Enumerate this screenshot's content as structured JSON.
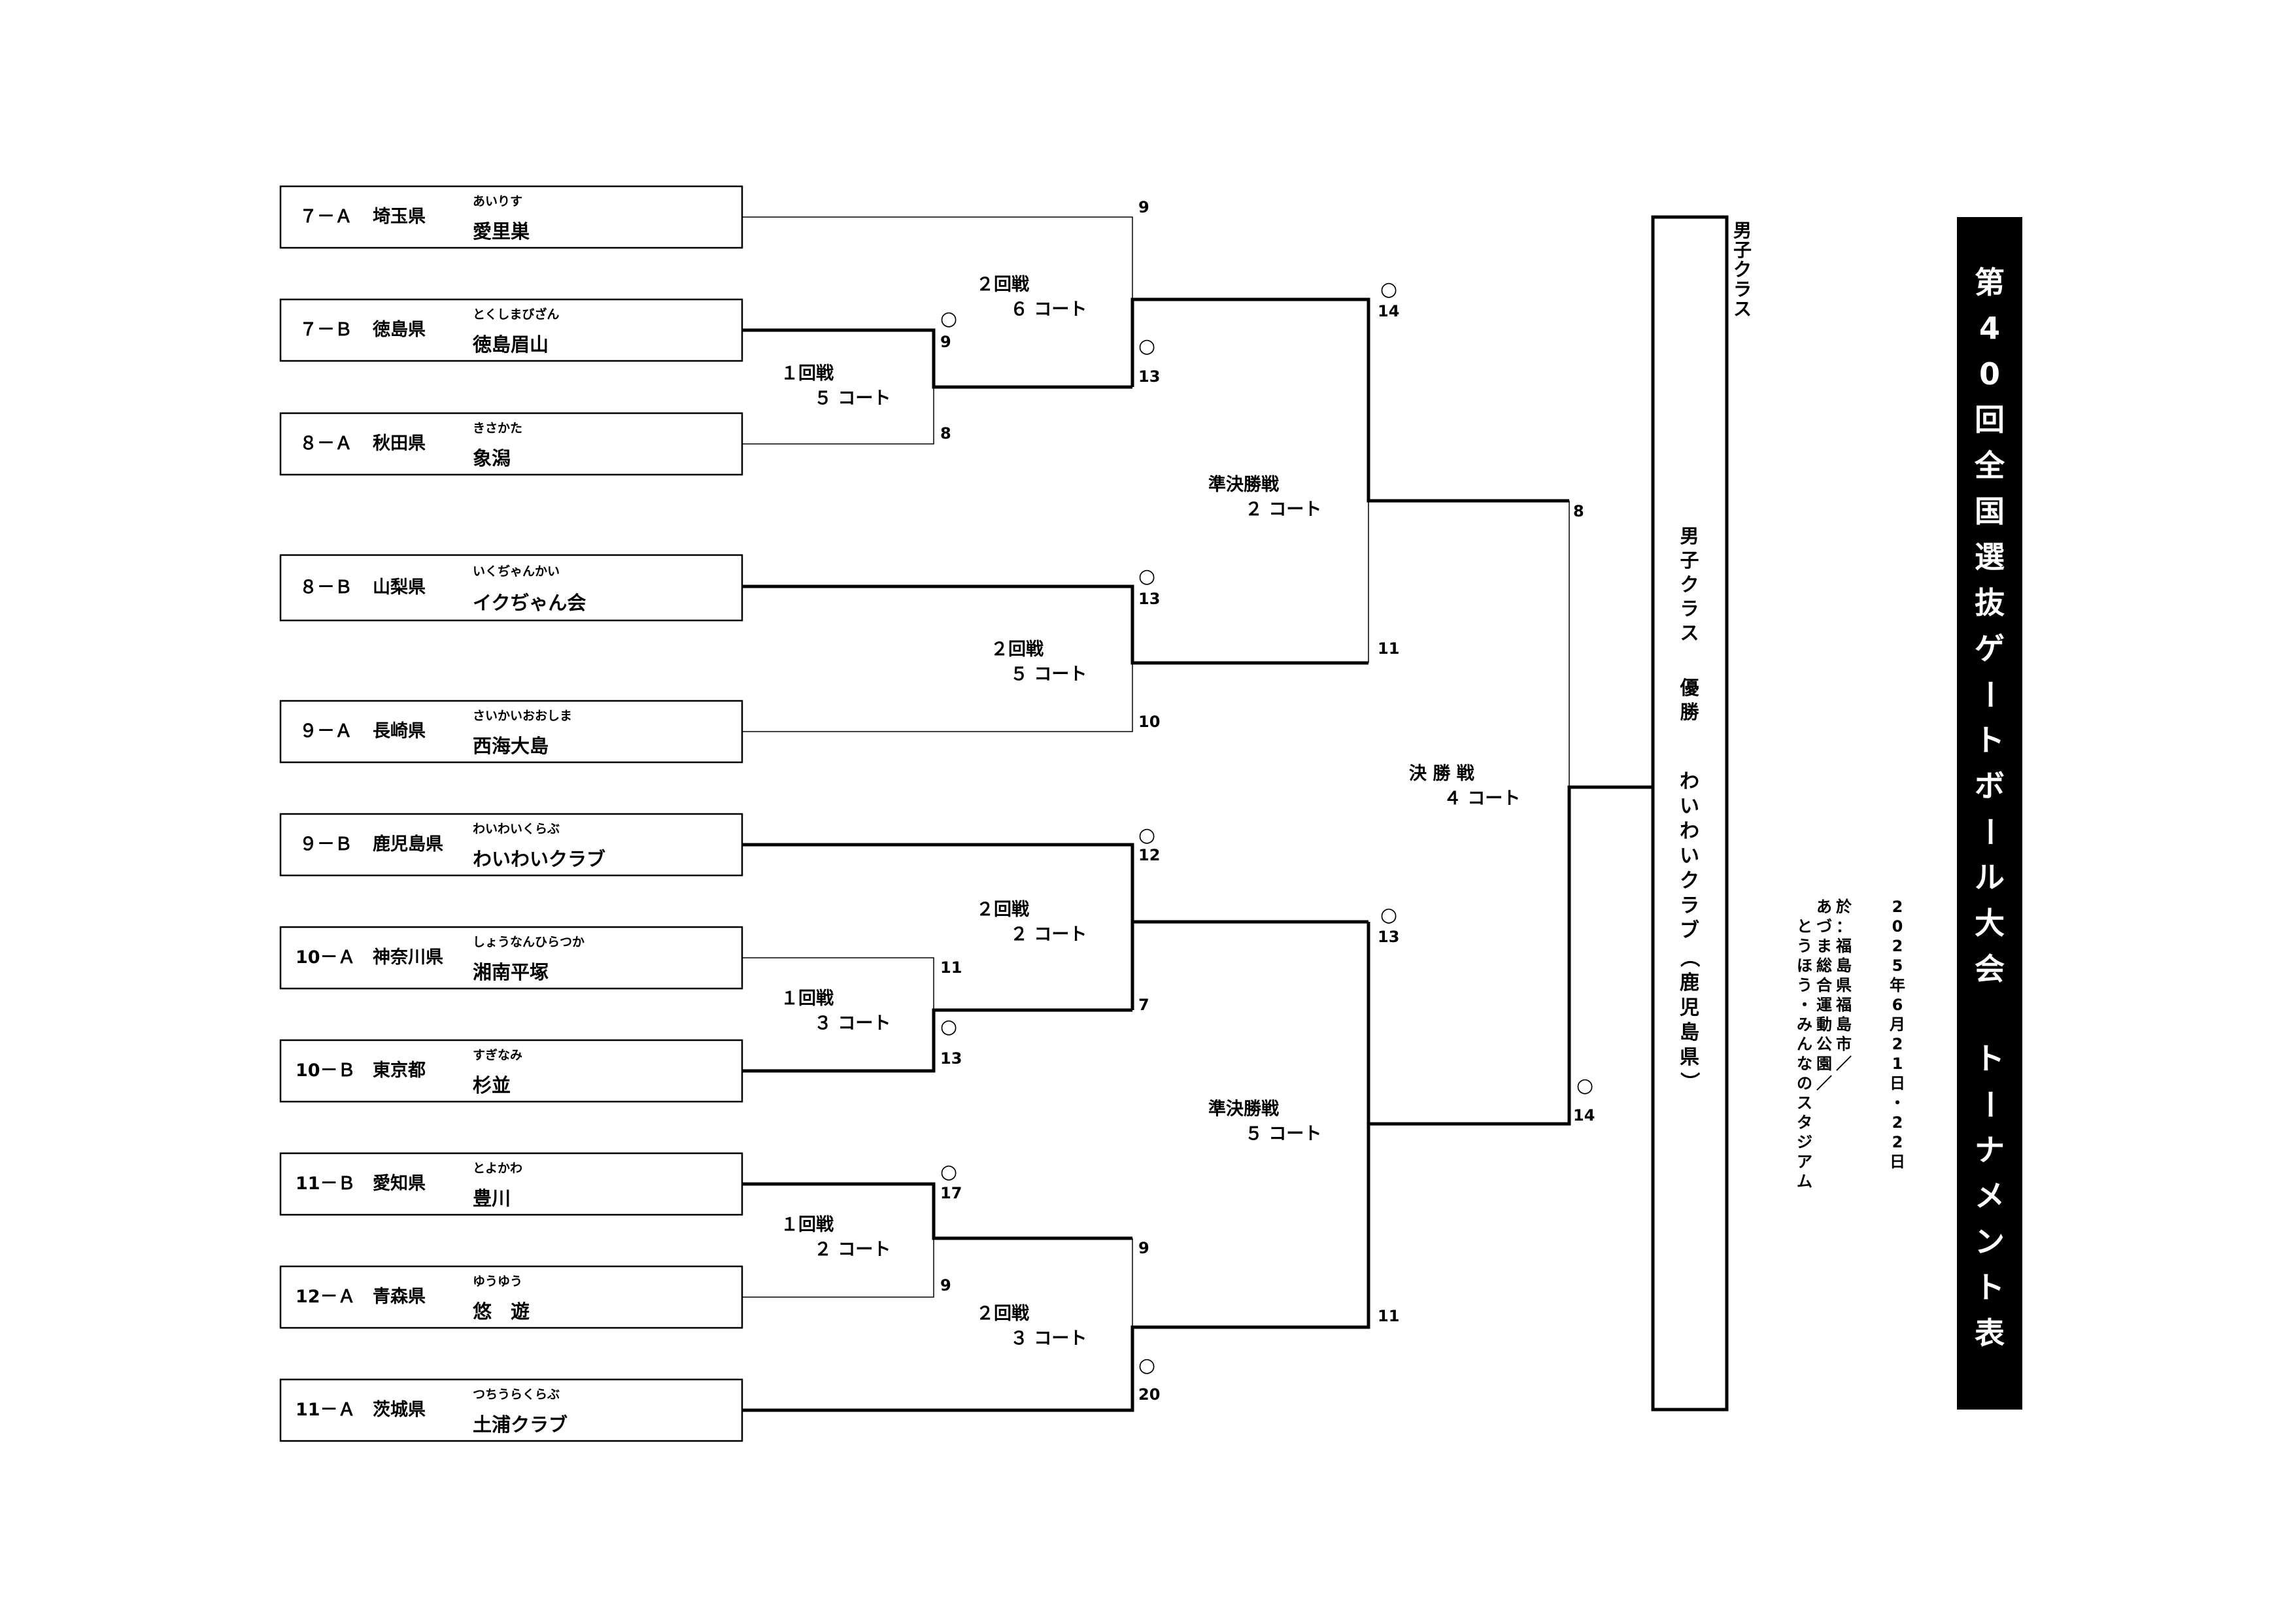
{
  "title": {
    "main_chars": [
      "第",
      "4",
      "0",
      "回",
      "全",
      "国",
      "選",
      "抜",
      "ゲ",
      "ー",
      "ト",
      "ボ",
      "ー",
      "ル",
      "大",
      "会"
    ],
    "sub_chars": [
      "ト",
      "ー",
      "ナ",
      "メ",
      "ン",
      "ト",
      "表"
    ],
    "background_color": "#000000",
    "text_color": "#ffffff"
  },
  "event_info": {
    "date_chars": [
      "2",
      "0",
      "2",
      "5",
      "年",
      "6",
      "月",
      "2",
      "1",
      "日",
      "・",
      "2",
      "2",
      "日"
    ],
    "venue_line1_chars": [
      "於",
      "：",
      "福",
      "島",
      "県",
      "福",
      "島",
      "市",
      "／"
    ],
    "venue_line2_chars": [
      "あ",
      "づ",
      "ま",
      "総",
      "合",
      "運",
      "動",
      "公",
      "園",
      "／"
    ],
    "venue_line3_chars": [
      "と",
      "う",
      "ほ",
      "う",
      "・",
      "み",
      "ん",
      "な",
      "の",
      "ス",
      "タ",
      "ジ",
      "ア",
      "ム"
    ]
  },
  "class_label_chars": [
    "男",
    "子",
    "ク",
    "ラ",
    "ス"
  ],
  "winner": {
    "prefix_chars": [
      "男",
      "子",
      "ク",
      "ラ",
      "ス"
    ],
    "result_chars": [
      "優",
      "勝"
    ],
    "team_chars": [
      "わ",
      "い",
      "わ",
      "い",
      "ク",
      "ラ",
      "ブ"
    ],
    "pref_chars": [
      "（",
      "鹿",
      "児",
      "島",
      "県",
      "）"
    ]
  },
  "teams": [
    {
      "seed": "７－Ａ",
      "pref": "埼玉県",
      "kana": "あいりす",
      "name": "愛里巣"
    },
    {
      "seed": "７－Ｂ",
      "pref": "徳島県",
      "kana": "とくしまびざん",
      "name": "徳島眉山"
    },
    {
      "seed": "８－Ａ",
      "pref": "秋田県",
      "kana": "きさかた",
      "name": "象潟"
    },
    {
      "seed": "８－Ｂ",
      "pref": "山梨県",
      "kana": "いくぢゃんかい",
      "name": "イクぢゃん会"
    },
    {
      "seed": "９－Ａ",
      "pref": "長崎県",
      "kana": "さいかいおおしま",
      "name": "西海大島"
    },
    {
      "seed": "９－Ｂ",
      "pref": "鹿児島県",
      "kana": "わいわいくらぶ",
      "name": "わいわいクラブ"
    },
    {
      "seed": "10－Ａ",
      "pref": "神奈川県",
      "kana": "しょうなんひらつか",
      "name": "湘南平塚"
    },
    {
      "seed": "10－Ｂ",
      "pref": "東京都",
      "kana": "すぎなみ",
      "name": "杉並"
    },
    {
      "seed": "11－Ｂ",
      "pref": "愛知県",
      "kana": "とよかわ",
      "name": "豊川"
    },
    {
      "seed": "12－Ａ",
      "pref": "青森県",
      "kana": "ゆうゆう",
      "name": "悠　遊"
    },
    {
      "seed": "11－Ａ",
      "pref": "茨城県",
      "kana": "つちうらくらぶ",
      "name": "土浦クラブ"
    }
  ],
  "rounds": {
    "r1_a": {
      "name": "１回戦",
      "court": "５ コート"
    },
    "r2_a": {
      "name": "２回戦",
      "court": "６ コート"
    },
    "r2_b": {
      "name": "２回戦",
      "court": "５ コート"
    },
    "sf_a": {
      "name": "準決勝戦",
      "court": "２ コート"
    },
    "final": {
      "name": "決 勝 戦",
      "court": "４ コート"
    },
    "r2_c": {
      "name": "２回戦",
      "court": "２ コート"
    },
    "r1_b": {
      "name": "１回戦",
      "court": "３ コート"
    },
    "sf_b": {
      "name": "準決勝戦",
      "court": "５ コート"
    },
    "r1_c": {
      "name": "１回戦",
      "court": "２ コート"
    },
    "r2_d": {
      "name": "２回戦",
      "court": "３ コート"
    }
  },
  "scores": {
    "r2a_top": "9",
    "r1a_top": "9",
    "r1a_bot": "8",
    "r2a_bot": "13",
    "sfa_top": "14",
    "sfa_bot": "11",
    "r2b_top": "13",
    "r2b_bot": "10",
    "final_top": "8",
    "final_bot": "14",
    "r2c_top": "12",
    "r2c_bot": "7",
    "r1b_top": "11",
    "r1b_bot": "13",
    "sfb_top": "13",
    "sfb_bot": "11",
    "r1c_top": "17",
    "r1c_bot": "9",
    "r2d_top": "9",
    "r2d_bot": "20"
  },
  "win_mark": "○"
}
